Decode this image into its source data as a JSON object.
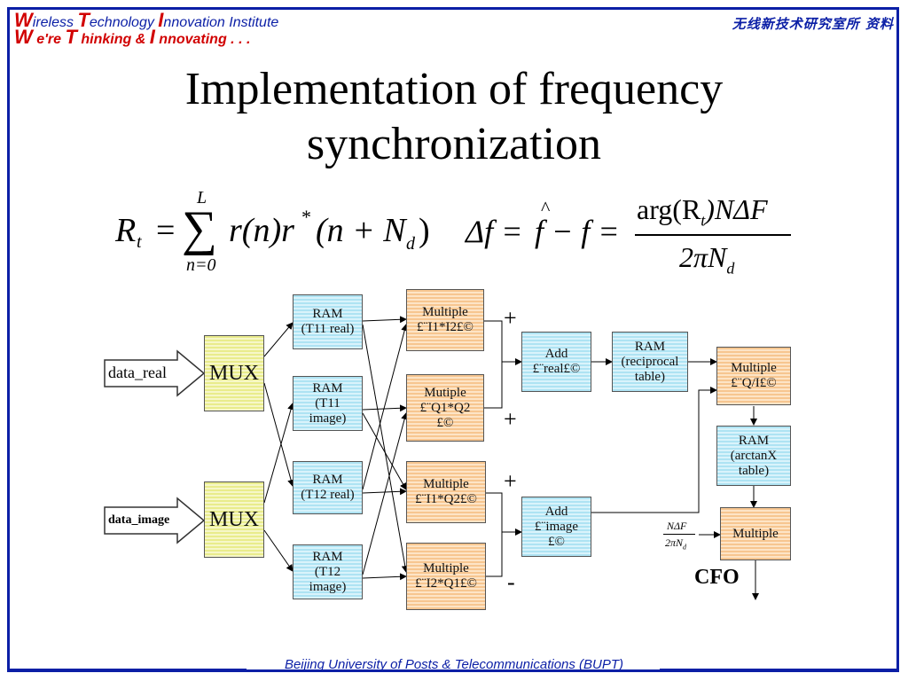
{
  "header": {
    "logo_line1": [
      "W",
      "ireless ",
      "T",
      "echnology ",
      "I",
      "nnovation Institute"
    ],
    "logo_line2": [
      "W",
      " e're ",
      "T",
      " hinking & ",
      "I",
      " nnovating . . ."
    ],
    "cn_label": "无线新技术研究室所 资料",
    "logo_accent_color": "#d10000",
    "text_color": "#0b1fa6"
  },
  "title": {
    "line1": "Implementation of frequency",
    "line2": "synchronization"
  },
  "formulas": {
    "rt_lhs": "R",
    "rt_sub": "t",
    "rt_sum_upper": "L",
    "rt_sum_lower": "n=0",
    "rt_body": "r(n)r",
    "rt_star": "*",
    "rt_body2": "(n + N",
    "rt_sub_d": "d",
    "rt_close": ")",
    "df_lhs": "Δf = ",
    "df_hat": "^",
    "df_mid": "f − f =",
    "df_num": "arg(R",
    "df_num_sub": "t",
    "df_num_rest": ")NΔF",
    "df_den": "2πN",
    "df_den_sub": "d"
  },
  "diagram": {
    "inputs": {
      "real": "data_real",
      "image": "data_image"
    },
    "mux1": "MUX",
    "mux2": "MUX",
    "ram_t11_real": "RAM\n(T11 real)",
    "ram_t11_image": "RAM\n(T11\nimage)",
    "ram_t12_real": "RAM\n(T12 real)",
    "ram_t12_image": "RAM\n(T12\nimage)",
    "mul_i1i2": "Multiple\n£¨I1*I2£©",
    "mul_q1q2": "Mutiple\n£¨Q1*Q2\n£©",
    "mul_i1q2": "Multiple\n£¨I1*Q2£©",
    "mul_i2q1": "Multiple\n£¨I2*Q1£©",
    "add_real": "Add\n£¨real£©",
    "add_image": "Add\n£¨image\n£©",
    "ram_recip": "RAM\n(reciprocal\ntable)",
    "mul_qi": "Multiple\n£¨Q/I£©",
    "ram_arctan": "RAM\n(arctanX\ntable)",
    "mul_final": "Multiple",
    "signs": [
      "+",
      "+",
      "+",
      "-"
    ],
    "scale_num": "NΔF",
    "scale_den": "2πN",
    "scale_den_sub": "d",
    "output": "CFO"
  },
  "footer": {
    "text": "Beijing University of Posts & Telecommunications (BUPT)"
  }
}
